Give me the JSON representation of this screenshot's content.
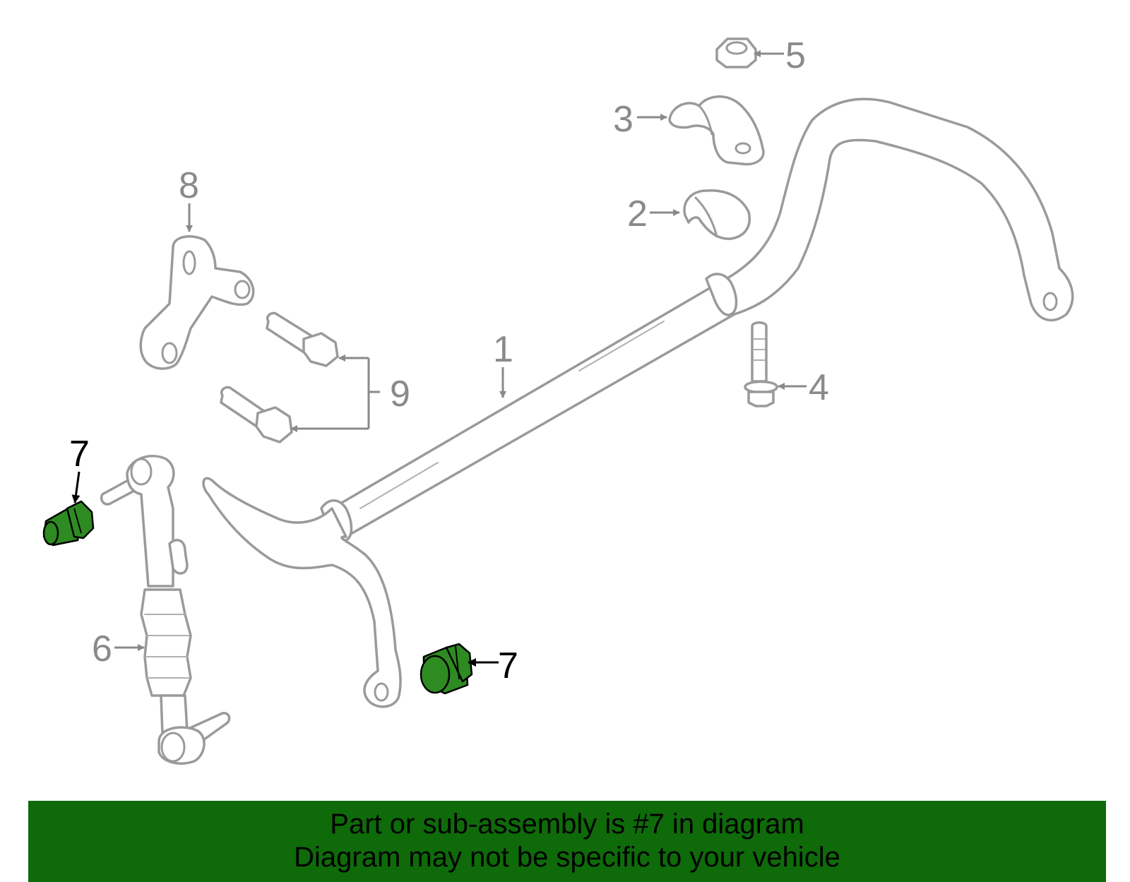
{
  "callouts": {
    "c1": "1",
    "c2": "2",
    "c3": "3",
    "c4": "4",
    "c5": "5",
    "c6": "6",
    "c7a": "7",
    "c7b": "7",
    "c8": "8",
    "c9": "9"
  },
  "banner": {
    "line1": "Part or sub-assembly is #7 in diagram",
    "line2": "Diagram may not be specific to your vehicle"
  },
  "colors": {
    "highlight": "#2e8b22",
    "banner": "#0f6a0a",
    "part_outline": "#9a9a9a"
  }
}
